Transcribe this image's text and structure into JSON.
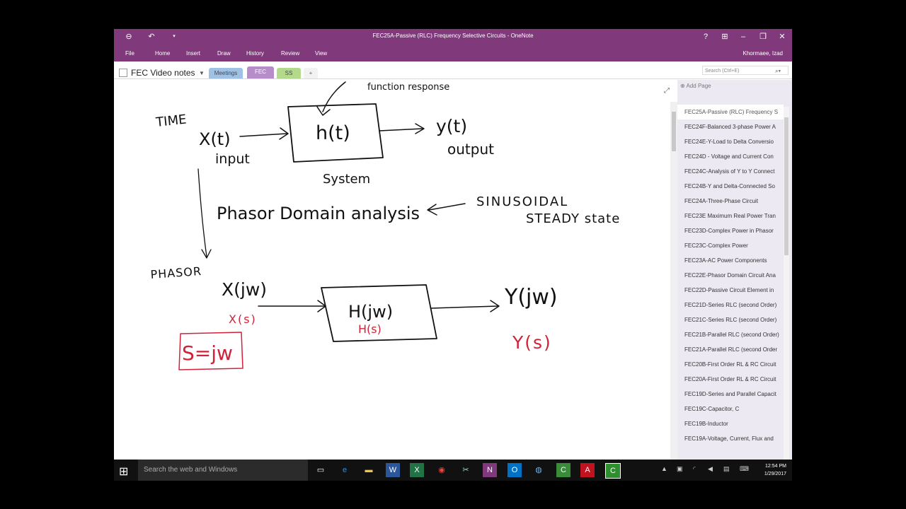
{
  "window": {
    "title": "FEC25A-Passive (RLC) Frequency Selective Circuits - OneNote",
    "help": "?",
    "minimize": "–",
    "restore": "❐",
    "close": "✕"
  },
  "ribbon": {
    "tabs": [
      "File",
      "Home",
      "Insert",
      "Draw",
      "History",
      "Review",
      "View"
    ],
    "user": "Khormaee, Izad"
  },
  "notebook": {
    "name": "FEC Video notes",
    "sections": [
      {
        "label": "Meetings",
        "color": "#9fc2e4"
      },
      {
        "label": "FEC",
        "color": "#b78dc9"
      },
      {
        "label": "SS",
        "color": "#b3d98a"
      }
    ],
    "add_section": "+"
  },
  "search": {
    "placeholder": "Search (Ctrl+E)"
  },
  "pages_panel": {
    "add_page": "Add Page",
    "pages": [
      "FEC25A-Passive (RLC) Frequency S",
      "FEC24F-Balanced 3-phase Power A",
      "FEC24E-Y-Load to Delta Conversio",
      "FEC24D - Voltage and Current Con",
      "FEC24C-Analysis of Y to Y Connect",
      "FEC24B-Y and Delta-Connected So",
      "FEC24A-Three-Phase Circuit",
      "FEC23E Maximum Real Power Tran",
      "FEC23D-Complex Power in Phasor",
      "FEC23C-Complex Power",
      "FEC23A-AC Power Components",
      "FEC22E-Phasor Domain Circuit Ana",
      "FEC22D-Passive Circuit Element in",
      "FEC21D-Series RLC (second Order)",
      "FEC21C-Series RLC (second Order)",
      "FEC21B-Parallel RLC (second Order)",
      "FEC21A-Parallel RLC (second Order",
      "FEC20B-First Order RL & RC Circuit",
      "FEC20A-First Order RL & RC Circuit",
      "FEC19D-Series and Parallel Capacit",
      "FEC19C-Capacitor, C",
      "FEC19B-Inductor",
      "FEC19A-Voltage, Current, Flux and"
    ]
  },
  "ink": {
    "top_clip": "function response",
    "time": "TIME",
    "x_t": "X(t)",
    "input": "input",
    "h_t": "h(t)",
    "system": "System",
    "y_t": "y(t)",
    "output": "output",
    "phasor_analysis": "Phasor Domain analysis",
    "sinusoidal": "SINUSOIDAL",
    "steady_state": "STEADY state",
    "phasor": "PHASOR",
    "x_jw": "X(jw)",
    "x_s": "X(s)",
    "h_jw": "H(jw)",
    "h_s": "H(s)",
    "y_jw": "Y(jw)",
    "y_s": "Y(s)",
    "s_jw": "S=jw",
    "black": "#111111",
    "red": "#d0233a"
  },
  "taskbar": {
    "search": "Search the web and Windows",
    "time": "12:54 PM",
    "date": "1/29/2017"
  }
}
